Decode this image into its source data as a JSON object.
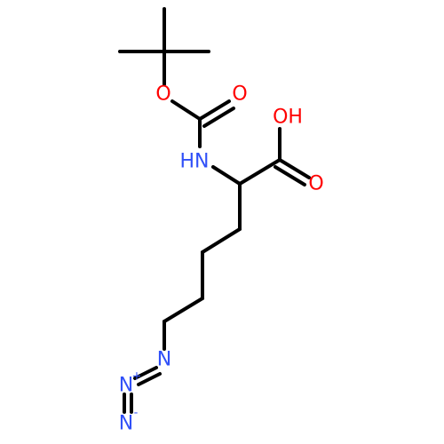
{
  "molecule": {
    "colors": {
      "carbon": "#000000",
      "oxygen": "#ff0000",
      "nitrogen": "#3050f8"
    },
    "labels": {
      "ester_o": "O",
      "carbonyl_o": "O",
      "amide_nh": "HN",
      "acid_oh": "OH",
      "acid_o": "O",
      "azide_n1": "N",
      "azide_n2": "N",
      "azide_n2_charge": "+",
      "azide_n3": "N",
      "azide_n3_charge": "-"
    }
  }
}
